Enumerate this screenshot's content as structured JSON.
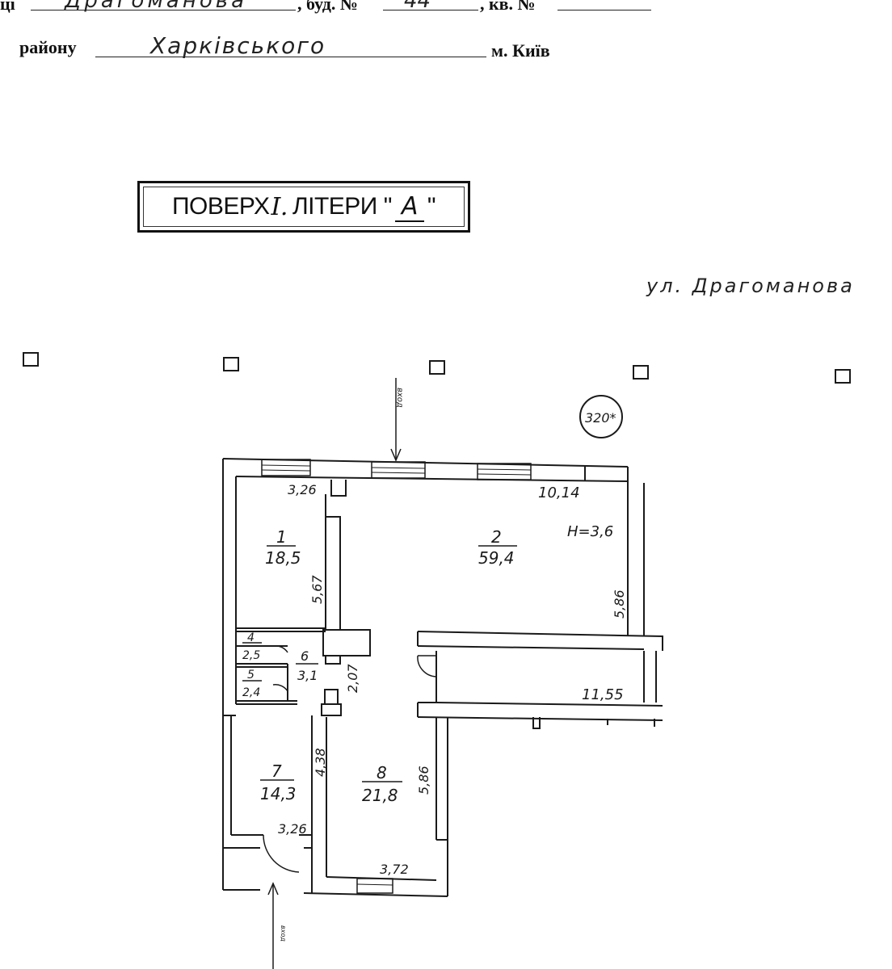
{
  "header": {
    "street_prefix": "ці",
    "street_value": "Драгоманова",
    "building_label": ", буд. №",
    "building_value": "44",
    "apartment_label": ", кв. №",
    "apartment_value": "",
    "district_label": "району",
    "district_value": "Харківського",
    "city_label": "м. Київ"
  },
  "stamp": {
    "prefix": "ПОВЕРХ",
    "floor": "I.",
    "middle": "ЛІТЕРИ \"",
    "letter": "А",
    "suffix": "\""
  },
  "street_note": "ул. Драгоманова",
  "plan": {
    "entrance_top": "вход",
    "entrance_bottom": "вход",
    "badge": "320*",
    "height_note": "H=3,6",
    "rooms": [
      {
        "number": "1",
        "area": "18,5"
      },
      {
        "number": "2",
        "area": "59,4"
      },
      {
        "number": "4",
        "area": "2,5"
      },
      {
        "number": "5",
        "area": "2,4"
      },
      {
        "number": "6",
        "area": "3,1"
      },
      {
        "number": "7",
        "area": "14,3"
      },
      {
        "number": "8",
        "area": "21,8"
      }
    ],
    "dimensions": {
      "d_top_left": "3,26",
      "d_top_right": "10,14",
      "d_room1_height": "5,67",
      "d_room2_height": "5,86",
      "d_corridor": "2,07",
      "d_right_wing": "11,55",
      "d_room7_height": "4,38",
      "d_room7_width": "3,26",
      "d_room8_height": "5,86",
      "d_room8_width": "3,72"
    }
  }
}
